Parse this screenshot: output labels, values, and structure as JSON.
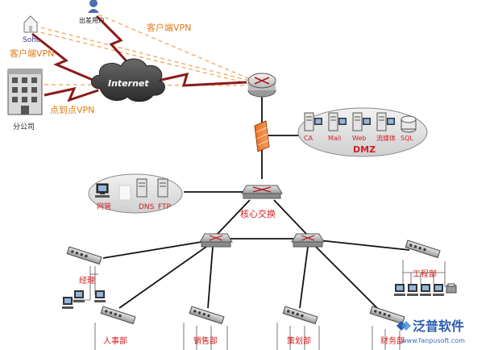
{
  "labels": {
    "mobile_user": "出差用户",
    "soho": "Soho",
    "client_vpn_left": "客户端VPN",
    "client_vpn_top": "客户端VPN",
    "internet": "Internet",
    "branch_office": "分公司",
    "p2p_vpn": "点到点VPN",
    "dmz": "DMZ",
    "core_switch": "核心交换",
    "netmgmt": "网管",
    "dns": "DNS",
    "ftp": "FTP",
    "manager": "经理",
    "engineering": "工程部",
    "hr": "人事部",
    "sales": "销售部",
    "planning": "策划部",
    "finance": "财务部"
  },
  "dmz_servers": [
    {
      "label": "CA"
    },
    {
      "label": "Mail"
    },
    {
      "label": "Web"
    },
    {
      "label": "流媒体"
    },
    {
      "label": "SQL"
    }
  ],
  "watermark": {
    "brand": "泛普软件",
    "url": "www.fanpusoft.com"
  },
  "colors": {
    "red_label": "#d42020",
    "vpn_orange": "#e07a10",
    "lightning": "#8b1a1a",
    "dashed": "#f0a050"
  }
}
